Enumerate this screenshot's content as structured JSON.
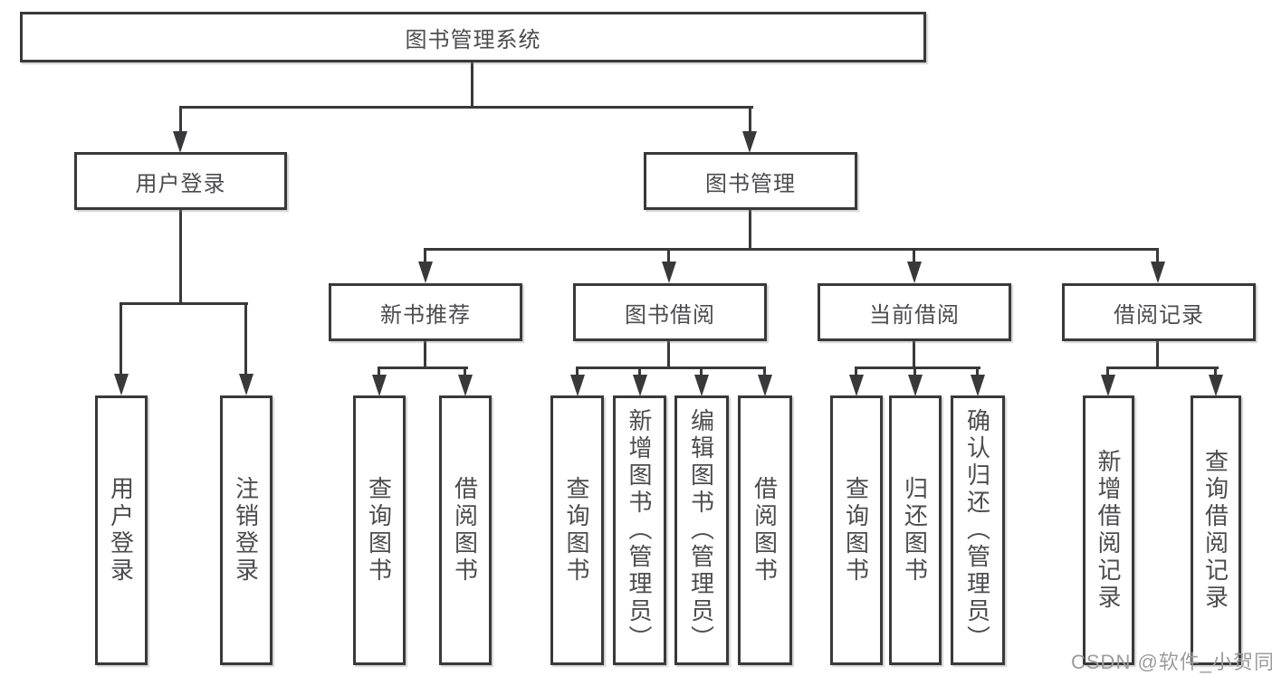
{
  "diagram": {
    "root": {
      "label": "图书管理系统"
    },
    "level2": [
      {
        "label": "用户登录"
      },
      {
        "label": "图书管理"
      }
    ],
    "level3": [
      {
        "label": "新书推荐"
      },
      {
        "label": "图书借阅"
      },
      {
        "label": "当前借阅"
      },
      {
        "label": "借阅记录"
      }
    ],
    "leaves": [
      {
        "label": "用户登录"
      },
      {
        "label": "注销登录"
      },
      {
        "label": "查询图书"
      },
      {
        "label": "借阅图书"
      },
      {
        "label": "查询图书"
      },
      {
        "label": "新增图书（管理员）"
      },
      {
        "label": "编辑图书（管理员）"
      },
      {
        "label": "借阅图书"
      },
      {
        "label": "查询图书"
      },
      {
        "label": "归还图书"
      },
      {
        "label": "确认归还（管理员）"
      },
      {
        "label": "新增借阅记录"
      },
      {
        "label": "查询借阅记录"
      }
    ]
  },
  "watermark": {
    "text": "CSDN @软件_小贺同学"
  },
  "colors": {
    "line": "#39393b",
    "box_border": "#39393b",
    "text": "#4c4c4f",
    "watermark": "#9c9c9e",
    "background": "#ffffff"
  }
}
